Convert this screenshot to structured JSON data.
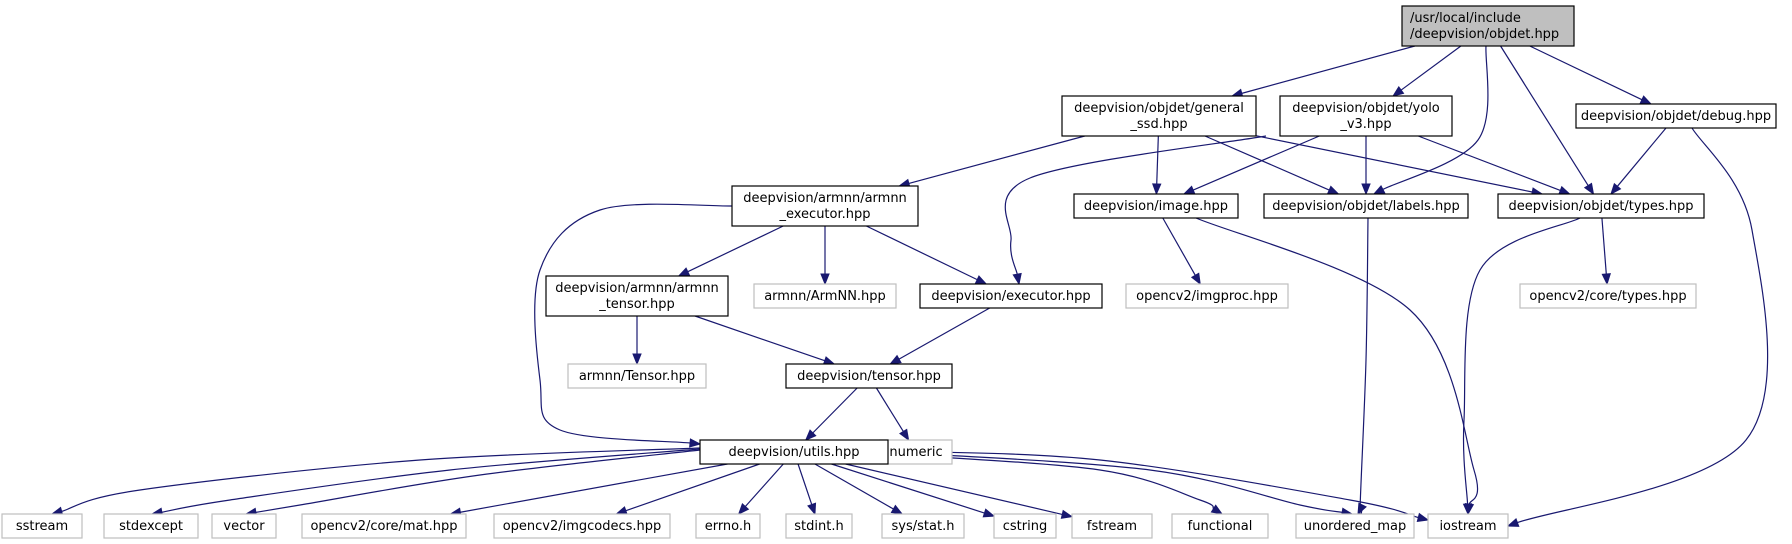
{
  "graph": {
    "colors": {
      "edge": "#191970",
      "main_fill": "#bfbfbf",
      "dark_border": "#000000",
      "light_border": "#bfbfbf"
    },
    "nodes": [
      {
        "id": "objdet",
        "lines": [
          "/usr/local/include",
          "/deepvision/objdet.hpp"
        ],
        "style": "main"
      },
      {
        "id": "general_ssd",
        "lines": [
          "deepvision/objdet/general",
          "_ssd.hpp"
        ],
        "style": "dark"
      },
      {
        "id": "yolo_v3",
        "lines": [
          "deepvision/objdet/yolo",
          "_v3.hpp"
        ],
        "style": "dark"
      },
      {
        "id": "debug",
        "lines": [
          "deepvision/objdet/debug.hpp"
        ],
        "style": "dark"
      },
      {
        "id": "armnn_executor",
        "lines": [
          "deepvision/armnn/armnn",
          "_executor.hpp"
        ],
        "style": "dark"
      },
      {
        "id": "image",
        "lines": [
          "deepvision/image.hpp"
        ],
        "style": "dark"
      },
      {
        "id": "labels",
        "lines": [
          "deepvision/objdet/labels.hpp"
        ],
        "style": "dark"
      },
      {
        "id": "types",
        "lines": [
          "deepvision/objdet/types.hpp"
        ],
        "style": "dark"
      },
      {
        "id": "armnn_tensor",
        "lines": [
          "deepvision/armnn/armnn",
          "_tensor.hpp"
        ],
        "style": "dark"
      },
      {
        "id": "ArmNN",
        "lines": [
          "armnn/ArmNN.hpp"
        ],
        "style": "light"
      },
      {
        "id": "executor",
        "lines": [
          "deepvision/executor.hpp"
        ],
        "style": "dark"
      },
      {
        "id": "imgproc",
        "lines": [
          "opencv2/imgproc.hpp"
        ],
        "style": "light"
      },
      {
        "id": "cv_types",
        "lines": [
          "opencv2/core/types.hpp"
        ],
        "style": "light"
      },
      {
        "id": "Tensor",
        "lines": [
          "armnn/Tensor.hpp"
        ],
        "style": "light"
      },
      {
        "id": "tensor",
        "lines": [
          "deepvision/tensor.hpp"
        ],
        "style": "dark"
      },
      {
        "id": "numeric",
        "lines": [
          "numeric"
        ],
        "style": "light"
      },
      {
        "id": "utils",
        "lines": [
          "deepvision/utils.hpp"
        ],
        "style": "dark"
      },
      {
        "id": "sstream",
        "lines": [
          "sstream"
        ],
        "style": "light"
      },
      {
        "id": "stdexcept",
        "lines": [
          "stdexcept"
        ],
        "style": "light"
      },
      {
        "id": "vector",
        "lines": [
          "vector"
        ],
        "style": "light"
      },
      {
        "id": "mat",
        "lines": [
          "opencv2/core/mat.hpp"
        ],
        "style": "light"
      },
      {
        "id": "imgcodecs",
        "lines": [
          "opencv2/imgcodecs.hpp"
        ],
        "style": "light"
      },
      {
        "id": "errno",
        "lines": [
          "errno.h"
        ],
        "style": "light"
      },
      {
        "id": "stdint",
        "lines": [
          "stdint.h"
        ],
        "style": "light"
      },
      {
        "id": "stat",
        "lines": [
          "sys/stat.h"
        ],
        "style": "light"
      },
      {
        "id": "cstring",
        "lines": [
          "cstring"
        ],
        "style": "light"
      },
      {
        "id": "fstream",
        "lines": [
          "fstream"
        ],
        "style": "light"
      },
      {
        "id": "functional",
        "lines": [
          "functional"
        ],
        "style": "light"
      },
      {
        "id": "unordered_map",
        "lines": [
          "unordered_map"
        ],
        "style": "light"
      },
      {
        "id": "iostream",
        "lines": [
          "iostream"
        ],
        "style": "light"
      }
    ],
    "edges": [
      {
        "from": "objdet",
        "to": "general_ssd"
      },
      {
        "from": "objdet",
        "to": "yolo_v3"
      },
      {
        "from": "objdet",
        "to": "labels"
      },
      {
        "from": "objdet",
        "to": "types"
      },
      {
        "from": "objdet",
        "to": "debug"
      },
      {
        "from": "general_ssd",
        "to": "armnn_executor"
      },
      {
        "from": "general_ssd",
        "to": "image"
      },
      {
        "from": "general_ssd",
        "to": "labels"
      },
      {
        "from": "general_ssd",
        "to": "types"
      },
      {
        "from": "yolo_v3",
        "to": "executor"
      },
      {
        "from": "yolo_v3",
        "to": "image"
      },
      {
        "from": "yolo_v3",
        "to": "labels"
      },
      {
        "from": "yolo_v3",
        "to": "types"
      },
      {
        "from": "debug",
        "to": "types"
      },
      {
        "from": "debug",
        "to": "iostream"
      },
      {
        "from": "armnn_executor",
        "to": "armnn_tensor"
      },
      {
        "from": "armnn_executor",
        "to": "ArmNN"
      },
      {
        "from": "armnn_executor",
        "to": "executor"
      },
      {
        "from": "armnn_executor",
        "to": "utils"
      },
      {
        "from": "image",
        "to": "imgproc"
      },
      {
        "from": "image",
        "to": "iostream"
      },
      {
        "from": "labels",
        "to": "unordered_map"
      },
      {
        "from": "types",
        "to": "cv_types"
      },
      {
        "from": "types",
        "to": "iostream"
      },
      {
        "from": "armnn_tensor",
        "to": "Tensor"
      },
      {
        "from": "armnn_tensor",
        "to": "tensor"
      },
      {
        "from": "executor",
        "to": "tensor"
      },
      {
        "from": "tensor",
        "to": "utils"
      },
      {
        "from": "tensor",
        "to": "numeric"
      },
      {
        "from": "utils",
        "to": "sstream"
      },
      {
        "from": "utils",
        "to": "stdexcept"
      },
      {
        "from": "utils",
        "to": "vector"
      },
      {
        "from": "utils",
        "to": "mat"
      },
      {
        "from": "utils",
        "to": "imgcodecs"
      },
      {
        "from": "utils",
        "to": "errno"
      },
      {
        "from": "utils",
        "to": "stdint"
      },
      {
        "from": "utils",
        "to": "stat"
      },
      {
        "from": "utils",
        "to": "cstring"
      },
      {
        "from": "utils",
        "to": "fstream"
      },
      {
        "from": "utils",
        "to": "functional"
      },
      {
        "from": "utils",
        "to": "unordered_map"
      },
      {
        "from": "utils",
        "to": "iostream"
      }
    ]
  }
}
